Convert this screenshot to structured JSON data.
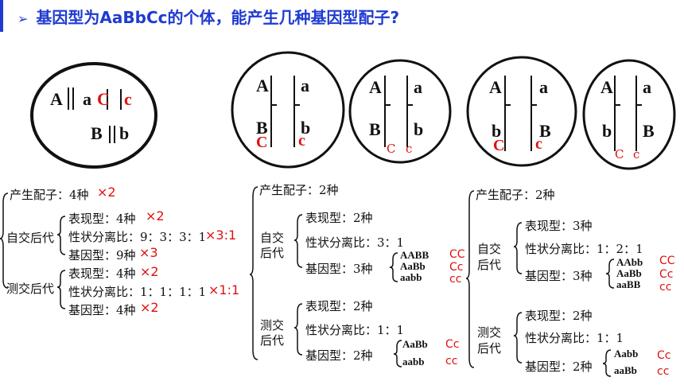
{
  "title": "基因型为AaBbCc的个体，能产生几种基因型配子?",
  "cell1": {
    "a1": "A",
    "a2": "a",
    "c1": "C",
    "c2": "c",
    "b1": "B",
    "b2": "b"
  },
  "cell2": {
    "top_l": "A",
    "top_r": "a",
    "bot_l": "B",
    "bot_r": "b",
    "c_l": "C",
    "c_r": "c"
  },
  "cell3": {
    "top_l": "A",
    "top_r": "a",
    "bot_l": "B",
    "bot_r": "b",
    "c_l": "C",
    "c_r": "c"
  },
  "cell4": {
    "top_l": "A",
    "top_r": "a",
    "bot_l": "b",
    "bot_r": "B",
    "c_l": "C",
    "c_r": "c"
  },
  "cell5": {
    "top_l": "A",
    "top_r": "a",
    "bot_l": "b",
    "bot_r": "B",
    "c_l": "C",
    "c_r": "c"
  },
  "col1": {
    "gametes": "产生配子：4种",
    "gametes_mark": "×2",
    "self": "自交后代",
    "pheno": "表现型：4种",
    "pheno_mark": "×2",
    "ratio": "性状分离比：9：3：3：1",
    "ratio_mark": "×3:1",
    "geno": "基因型：9种",
    "geno_mark": "×3",
    "test": "测交后代",
    "t_pheno": "表现型：4种",
    "t_pheno_mark": "×2",
    "t_ratio": "性状分离比：1：1：1：1",
    "t_ratio_mark": "×1:1",
    "t_geno": "基因型：4种",
    "t_geno_mark": "×2"
  },
  "col2": {
    "gametes": "产生配子：2种",
    "self_1": "自交",
    "self_2": "后代",
    "pheno": "表现型：2种",
    "ratio": "性状分离比：3：1",
    "geno": "基因型：3种",
    "geno_list": [
      "AABB",
      "AaBb",
      "aabb"
    ],
    "geno_c": [
      "CC",
      "Cc",
      "cc"
    ],
    "test_1": "测交",
    "test_2": "后代",
    "t_pheno": "表现型：2种",
    "t_ratio": "性状分离比：1：1",
    "t_geno": "基因型：2种",
    "t_geno_list": [
      "AaBb",
      "aabb"
    ],
    "t_geno_c": [
      "Cc",
      "cc"
    ]
  },
  "col3": {
    "gametes": "产生配子：2种",
    "self_1": "自交",
    "self_2": "后代",
    "pheno": "表现型：3种",
    "ratio": "性状分离比：1：2：1",
    "geno": "基因型：3种",
    "geno_list": [
      "AAbb",
      "AaBb",
      "aaBB"
    ],
    "geno_c": [
      "CC",
      "Cc",
      "cc"
    ],
    "test_1": "测交",
    "test_2": "后代",
    "t_pheno": "表现型：2种",
    "t_ratio": "性状分离比：1：1",
    "t_geno": "基因型：2种",
    "t_geno_list": [
      "Aabb",
      "aaBb"
    ],
    "t_geno_c": [
      "Cc",
      "cc"
    ]
  }
}
